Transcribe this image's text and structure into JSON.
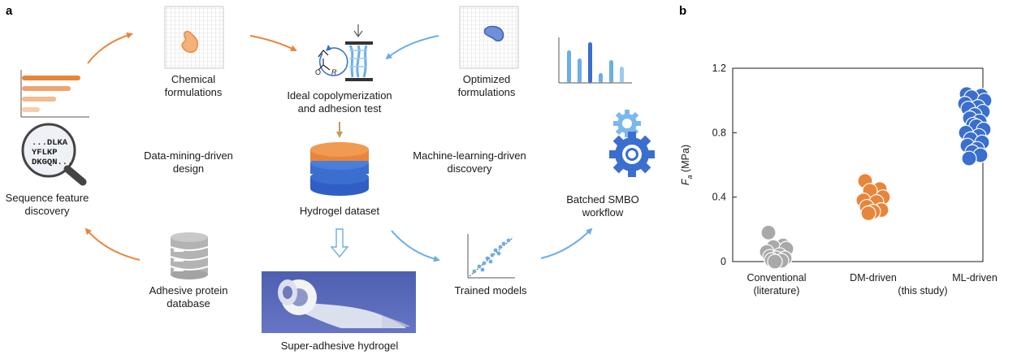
{
  "panels": {
    "a": "a",
    "b": "b"
  },
  "diagram": {
    "chemical_formulations": [
      "Chemical",
      "formulations"
    ],
    "ideal_copolymerization": [
      "Ideal copolymerization",
      "and adhesion test"
    ],
    "optimized_formulations": [
      "Optimized",
      "formulations"
    ],
    "sequence_feature_discovery": [
      "Sequence feature",
      "discovery"
    ],
    "data_mining_design": [
      "Data-mining-driven",
      "design"
    ],
    "hydrogel_dataset": "Hydrogel dataset",
    "ml_discovery": [
      "Machine-learning-driven",
      "discovery"
    ],
    "batched_smbo": [
      "Batched SMBO",
      "workflow"
    ],
    "adhesive_protein_database": [
      "Adhesive protein",
      "database"
    ],
    "trained_models": "Trained models",
    "super_adhesive_hydrogel": "Super-adhesive hydrogel",
    "sequence_text": [
      "...DLKA",
      "YFLKP",
      "DKGQN..."
    ],
    "monomer_label": "R"
  },
  "colors": {
    "orange": "#e8853a",
    "blue": "#6aaee8",
    "royal": "#3a6ecf",
    "grey": "#a9a9a9"
  },
  "chart_data": {
    "type": "scatter",
    "ylabel_var": "F",
    "ylabel_sub": "a",
    "ylabel_unit": " (MPa)",
    "ylim": [
      0,
      1.2
    ],
    "yticks": [
      "0",
      "0.4",
      "0.8",
      "1.2"
    ],
    "yticks_values": [
      0,
      0.4,
      0.8,
      1.2
    ],
    "categories": [
      "Conventional",
      "DM-driven",
      "ML-driven"
    ],
    "category_sublabels": [
      "(literature)",
      "(this study)"
    ],
    "series": [
      {
        "values": [
          0.18,
          0.1,
          0.09,
          0.08,
          0.06,
          0.04,
          0.03,
          0.02,
          0.02,
          0.01,
          0.005,
          0.0
        ]
      },
      {
        "values": [
          0.5,
          0.45,
          0.44,
          0.4,
          0.38,
          0.37,
          0.34,
          0.32,
          0.31,
          0.3
        ]
      },
      {
        "values": [
          1.04,
          1.03,
          1.02,
          1.0,
          0.98,
          0.96,
          0.95,
          0.93,
          0.91,
          0.89,
          0.87,
          0.85,
          0.84,
          0.82,
          0.8,
          0.78,
          0.76,
          0.74,
          0.72,
          0.7,
          0.68,
          0.66,
          0.64
        ]
      }
    ]
  }
}
